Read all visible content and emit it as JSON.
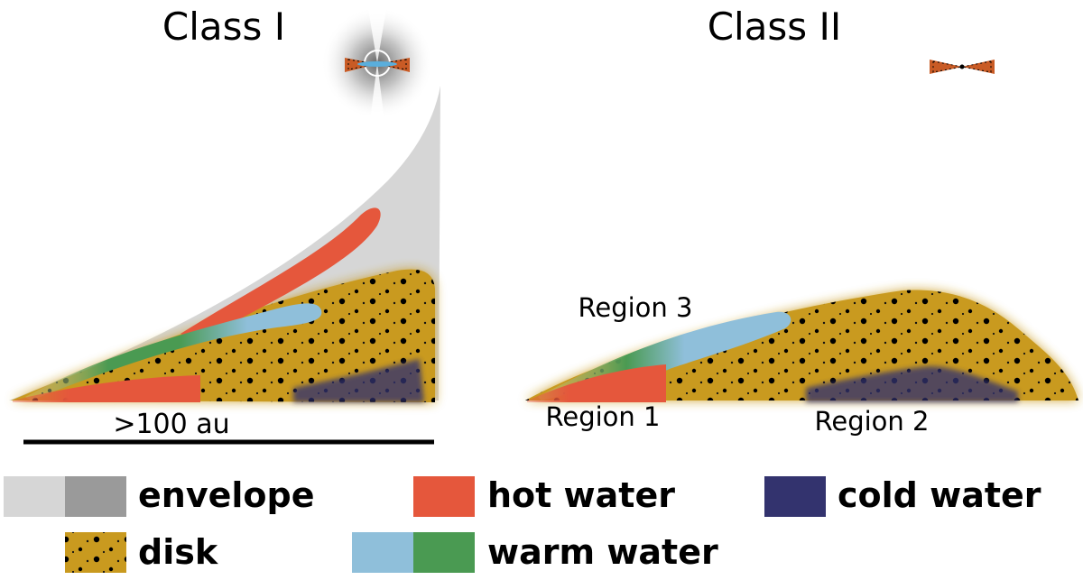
{
  "panels": {
    "class1": {
      "title": "Class I"
    },
    "class2": {
      "title": "Class II"
    }
  },
  "regions": {
    "region1": "Region 1",
    "region2": "Region 2",
    "region3": "Region 3"
  },
  "scale": {
    "label": ">100 au"
  },
  "legend": {
    "envelope": "envelope",
    "disk": "disk",
    "hot_water": "hot water",
    "warm_water": "warm water",
    "cold_water": "cold water"
  },
  "colors": {
    "envelope_light": "#d6d6d6",
    "envelope_dark": "#9a9a9a",
    "disk": "#c99a1f",
    "hot_water": "#e5573c",
    "warm_water_light": "#8fbfda",
    "warm_water_green": "#4a9a52",
    "cold_water": "#33336e"
  }
}
